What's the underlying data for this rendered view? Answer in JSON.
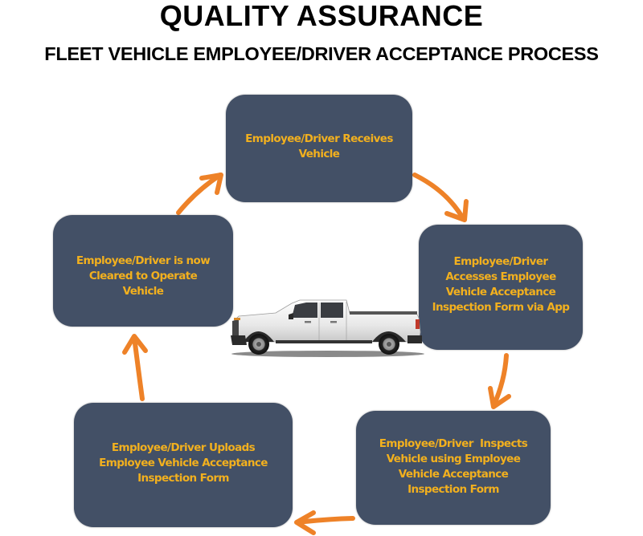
{
  "header": {
    "title": "QUALITY ASSURANCE",
    "subtitle": "FLEET VEHICLE EMPLOYEE/DRIVER ACCEPTANCE PROCESS"
  },
  "colors": {
    "box_fill": "#435066",
    "box_text": "#f2b01e",
    "arrow": "#ee8228",
    "title_text": "#000000"
  },
  "process": {
    "steps": [
      {
        "label": "Employee/Driver Receives Vehicle",
        "lines": [
          "Employee/Driver Receives",
          "Vehicle"
        ]
      },
      {
        "label": "Employee/Driver Accesses Employee Vehicle Acceptance Inspection Form via App",
        "lines": [
          "Employee/Driver",
          "Accesses Employee",
          "Vehicle Acceptance",
          "Inspection Form via App"
        ]
      },
      {
        "label": "Employee/Driver Inspects Vehicle using Employee Vehicle Acceptance Inspection Form",
        "lines": [
          "Employee/Driver  Inspects",
          "Vehicle using Employee",
          "Vehicle Acceptance",
          "Inspection Form"
        ]
      },
      {
        "label": "Employee/Driver Uploads Employee Vehicle Acceptance Inspection Form",
        "lines": [
          "Employee/Driver Uploads",
          "Employee Vehicle Acceptance",
          "Inspection Form"
        ]
      },
      {
        "label": "Employee/Driver is now Cleared to Operate Vehicle",
        "lines": [
          "Employee/Driver is now",
          "Cleared to Operate",
          "Vehicle"
        ]
      }
    ],
    "flow": "clockwise",
    "center_image": "pickup-truck"
  }
}
